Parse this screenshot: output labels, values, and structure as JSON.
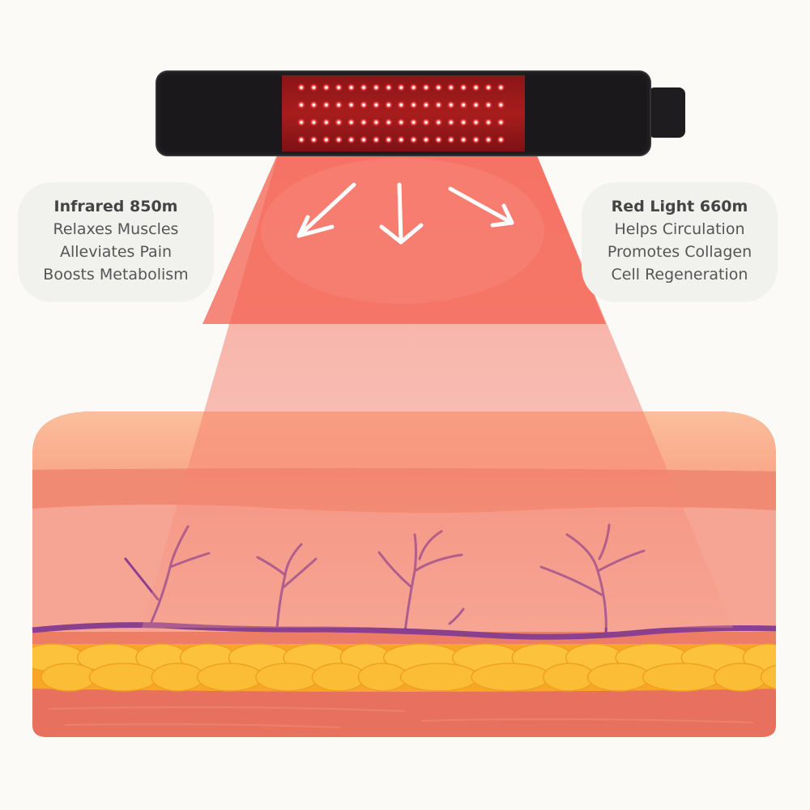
{
  "device": {
    "name": "red light therapy belt",
    "led_rows": 4,
    "led_cols": 17,
    "colors": {
      "body": "#1e1c1e",
      "panel": "#9b1a1c",
      "led": "#ff4a4a",
      "beam": "#f26555"
    }
  },
  "left_card": {
    "title": "Infrared 850m",
    "lines": [
      "Relaxes Muscles",
      "Alleviates Pain",
      "Boosts Metabolism"
    ]
  },
  "right_card": {
    "title": "Red Light 660m",
    "lines": [
      "Helps Circulation",
      "Promotes Collagen",
      "Cell Regeneration"
    ]
  },
  "arrows": [
    "arrow-down-left",
    "arrow-down",
    "arrow-down-right"
  ],
  "skin_layers": {
    "epidermis": "#f7a17f",
    "dermis": "#f49a86",
    "blood_vessel": "#8b3f8f",
    "fat": "#fbb92f",
    "muscle": "#e86e5c"
  }
}
